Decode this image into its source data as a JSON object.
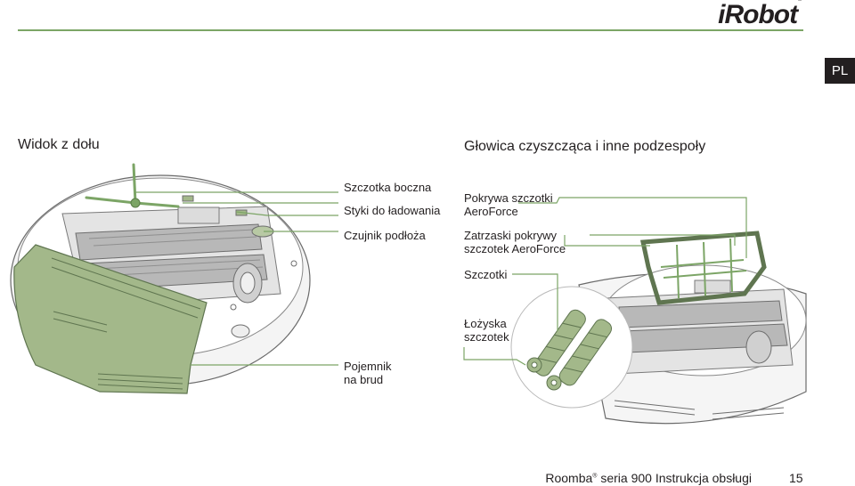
{
  "brand": {
    "logo_text": "iRobot",
    "registered_mark": "®"
  },
  "language_badge": "PL",
  "sections": {
    "left_title": "Widok z dołu",
    "right_title": "Głowica czyszcząca i inne podzespoły"
  },
  "left_labels": {
    "side_brush": "Szczotka boczna",
    "charging_contacts": "Styki do ładowania",
    "cliff_sensor": "Czujnik podłoża",
    "bin": "Pojemnik\nna brud"
  },
  "right_labels": {
    "brush_guard": "Pokrywa szczotki\nAeroForce",
    "guard_latches": "Zatrzaski pokrywy\nszczotek AeroForce",
    "brushes": "Szczotki",
    "bearings": "Łożyska\nszczotek"
  },
  "footer": {
    "product": "Roomba",
    "mark": "®",
    "rest": " seria 900 Instrukcja obsługi",
    "page_number": "15"
  },
  "colors": {
    "accent": "#7ca566",
    "bin_green": "#a3b88a",
    "dark": "#231f20"
  }
}
